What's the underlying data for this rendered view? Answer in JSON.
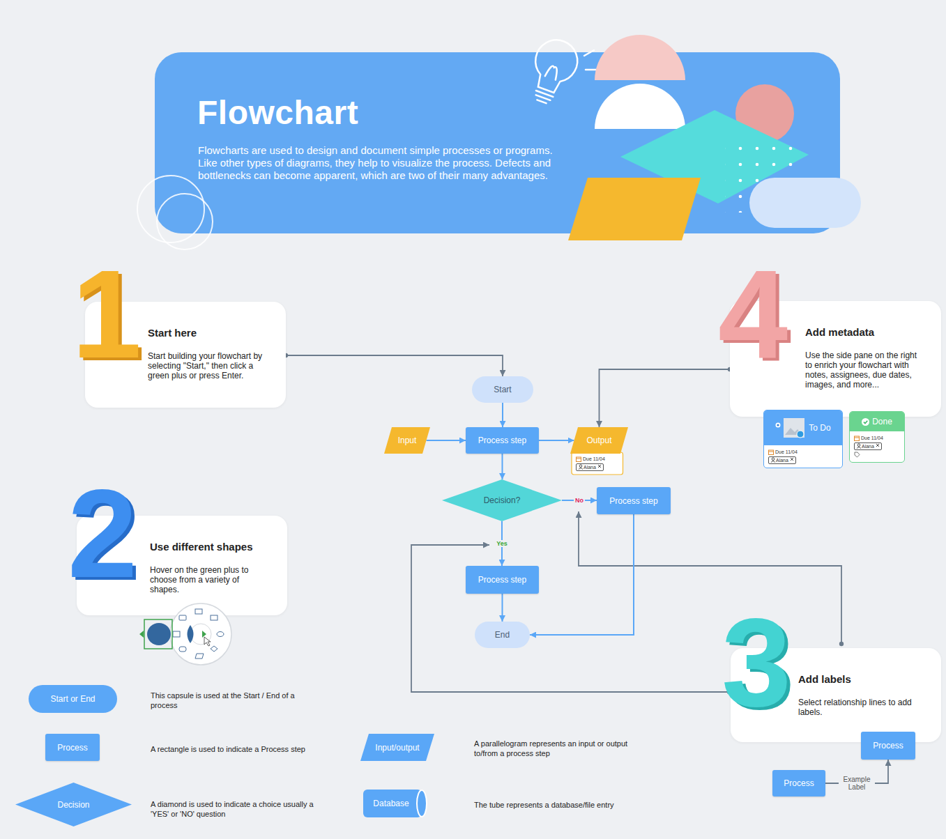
{
  "diagram": {
    "title": "Flowchart",
    "caption": "Flowcharts are used to design and document simple processes or programs. Like other types of diagrams, they help to visualize the process. Defects and bottlenecks can become apparent, which are two of their many advantages.",
    "nodes": [
      {
        "text": [
          "Start here",
          "Start building your flowchart by selecting \"Start,\" then click a green plus or press Enter."
        ]
      },
      {
        "text": [
          "Add metadata",
          "Use the side pane on the right to enrich your flowchart with notes, assignees, due dates, images, and more..."
        ]
      },
      {
        "text": [
          "Start"
        ]
      },
      {
        "text": [
          "Input"
        ]
      },
      {
        "text": [
          "Process step"
        ]
      },
      {
        "text": [
          "Output",
          "Due 11/04",
          "Alana"
        ]
      },
      {
        "text": [
          "Decision?"
        ]
      },
      {
        "text": [
          "Process step"
        ]
      },
      {
        "text": [
          "Process step"
        ]
      },
      {
        "text": [
          "End"
        ]
      },
      {
        "text": [
          "To Do",
          "Due 11/04",
          "Alana"
        ]
      },
      {
        "text": [
          "Done",
          "Due 11/04",
          "Alana"
        ]
      },
      {
        "text": [
          "Use different shapes",
          "Hover on the green plus to choose from a variety of shapes."
        ]
      },
      {
        "text": [
          "Add labels",
          "Select relationship lines to add labels."
        ]
      },
      {
        "text": [
          "Process"
        ]
      },
      {
        "text": [
          "Process"
        ]
      },
      {
        "text": [
          "Start or End"
        ]
      },
      {
        "text": [
          "Process"
        ]
      },
      {
        "text": [
          "Input/output"
        ]
      },
      {
        "text": [
          "Decision"
        ]
      },
      {
        "text": [
          "Database"
        ]
      }
    ],
    "edges": [
      {
        "from": 0,
        "to": 2,
        "arrow": "to"
      },
      {
        "from": 1,
        "to": 5,
        "arrow": "to"
      },
      {
        "from": 2,
        "to": 4,
        "arrow": "to"
      },
      {
        "from": 3,
        "to": 4,
        "arrow": "to"
      },
      {
        "from": 4,
        "to": 5,
        "arrow": "to"
      },
      {
        "from": 4,
        "to": 6,
        "arrow": "to"
      },
      {
        "from": 6,
        "to": 7,
        "label": "No",
        "arrow": "to"
      },
      {
        "from": 6,
        "to": 8,
        "label": "Yes",
        "arrow": "to"
      },
      {
        "from": 8,
        "to": 9,
        "arrow": "to"
      },
      {
        "from": 7,
        "to": 9,
        "arrow": "to"
      },
      {
        "from": 14,
        "to": 15,
        "label": "Example Label",
        "arrow": "to"
      }
    ],
    "labels": [
      "1",
      "4",
      "2",
      "3",
      "This capsule is used at the Start / End of a process",
      "A rectangle is used to indicate a Process step",
      "A parallelogram represents an input or output to/from a process step",
      "A diamond is used to indicate a choice usually a 'YES' or 'NO' question",
      "The tube represents a database/file entry"
    ]
  }
}
